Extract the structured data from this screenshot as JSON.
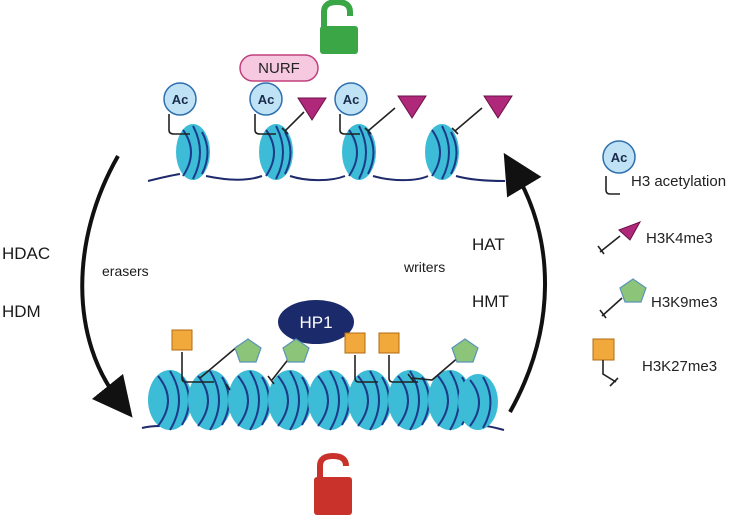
{
  "labels": {
    "hdac": "HDAC",
    "hdm": "HDM",
    "erasers": "erasers",
    "writers": "writers",
    "hat": "HAT",
    "hmt": "HMT",
    "nurf": "NURF",
    "hp1": "HP1",
    "ac": "Ac"
  },
  "legend": {
    "items": [
      {
        "symbol": "acetyl-circle",
        "label": "H3 acetylation"
      },
      {
        "symbol": "triangle",
        "label": "H3K4me3"
      },
      {
        "symbol": "pentagon",
        "label": "H3K9me3"
      },
      {
        "symbol": "square",
        "label": "H3K27me3"
      }
    ]
  },
  "icons": {
    "top_lock": "unlocked-padlock-icon",
    "bottom_lock": "locked-padlock-icon"
  },
  "colors": {
    "nucleosome": "#3cbcd6",
    "nucleosome_band": "#1d3a8a",
    "dna": "#1e2a6b",
    "acetyl_fill": "#bfe3f5",
    "acetyl_stroke": "#2f6fb0",
    "k4me3": "#b0287a",
    "k9me3": "#8cc47a",
    "k27me3": "#f2a93b",
    "nurf_fill": "#f7c9e0",
    "nurf_stroke": "#c0407a",
    "hp1": "#1b2a6b",
    "lock_open": "#3aa646",
    "lock_closed": "#c8322a",
    "arrow": "#111111"
  }
}
